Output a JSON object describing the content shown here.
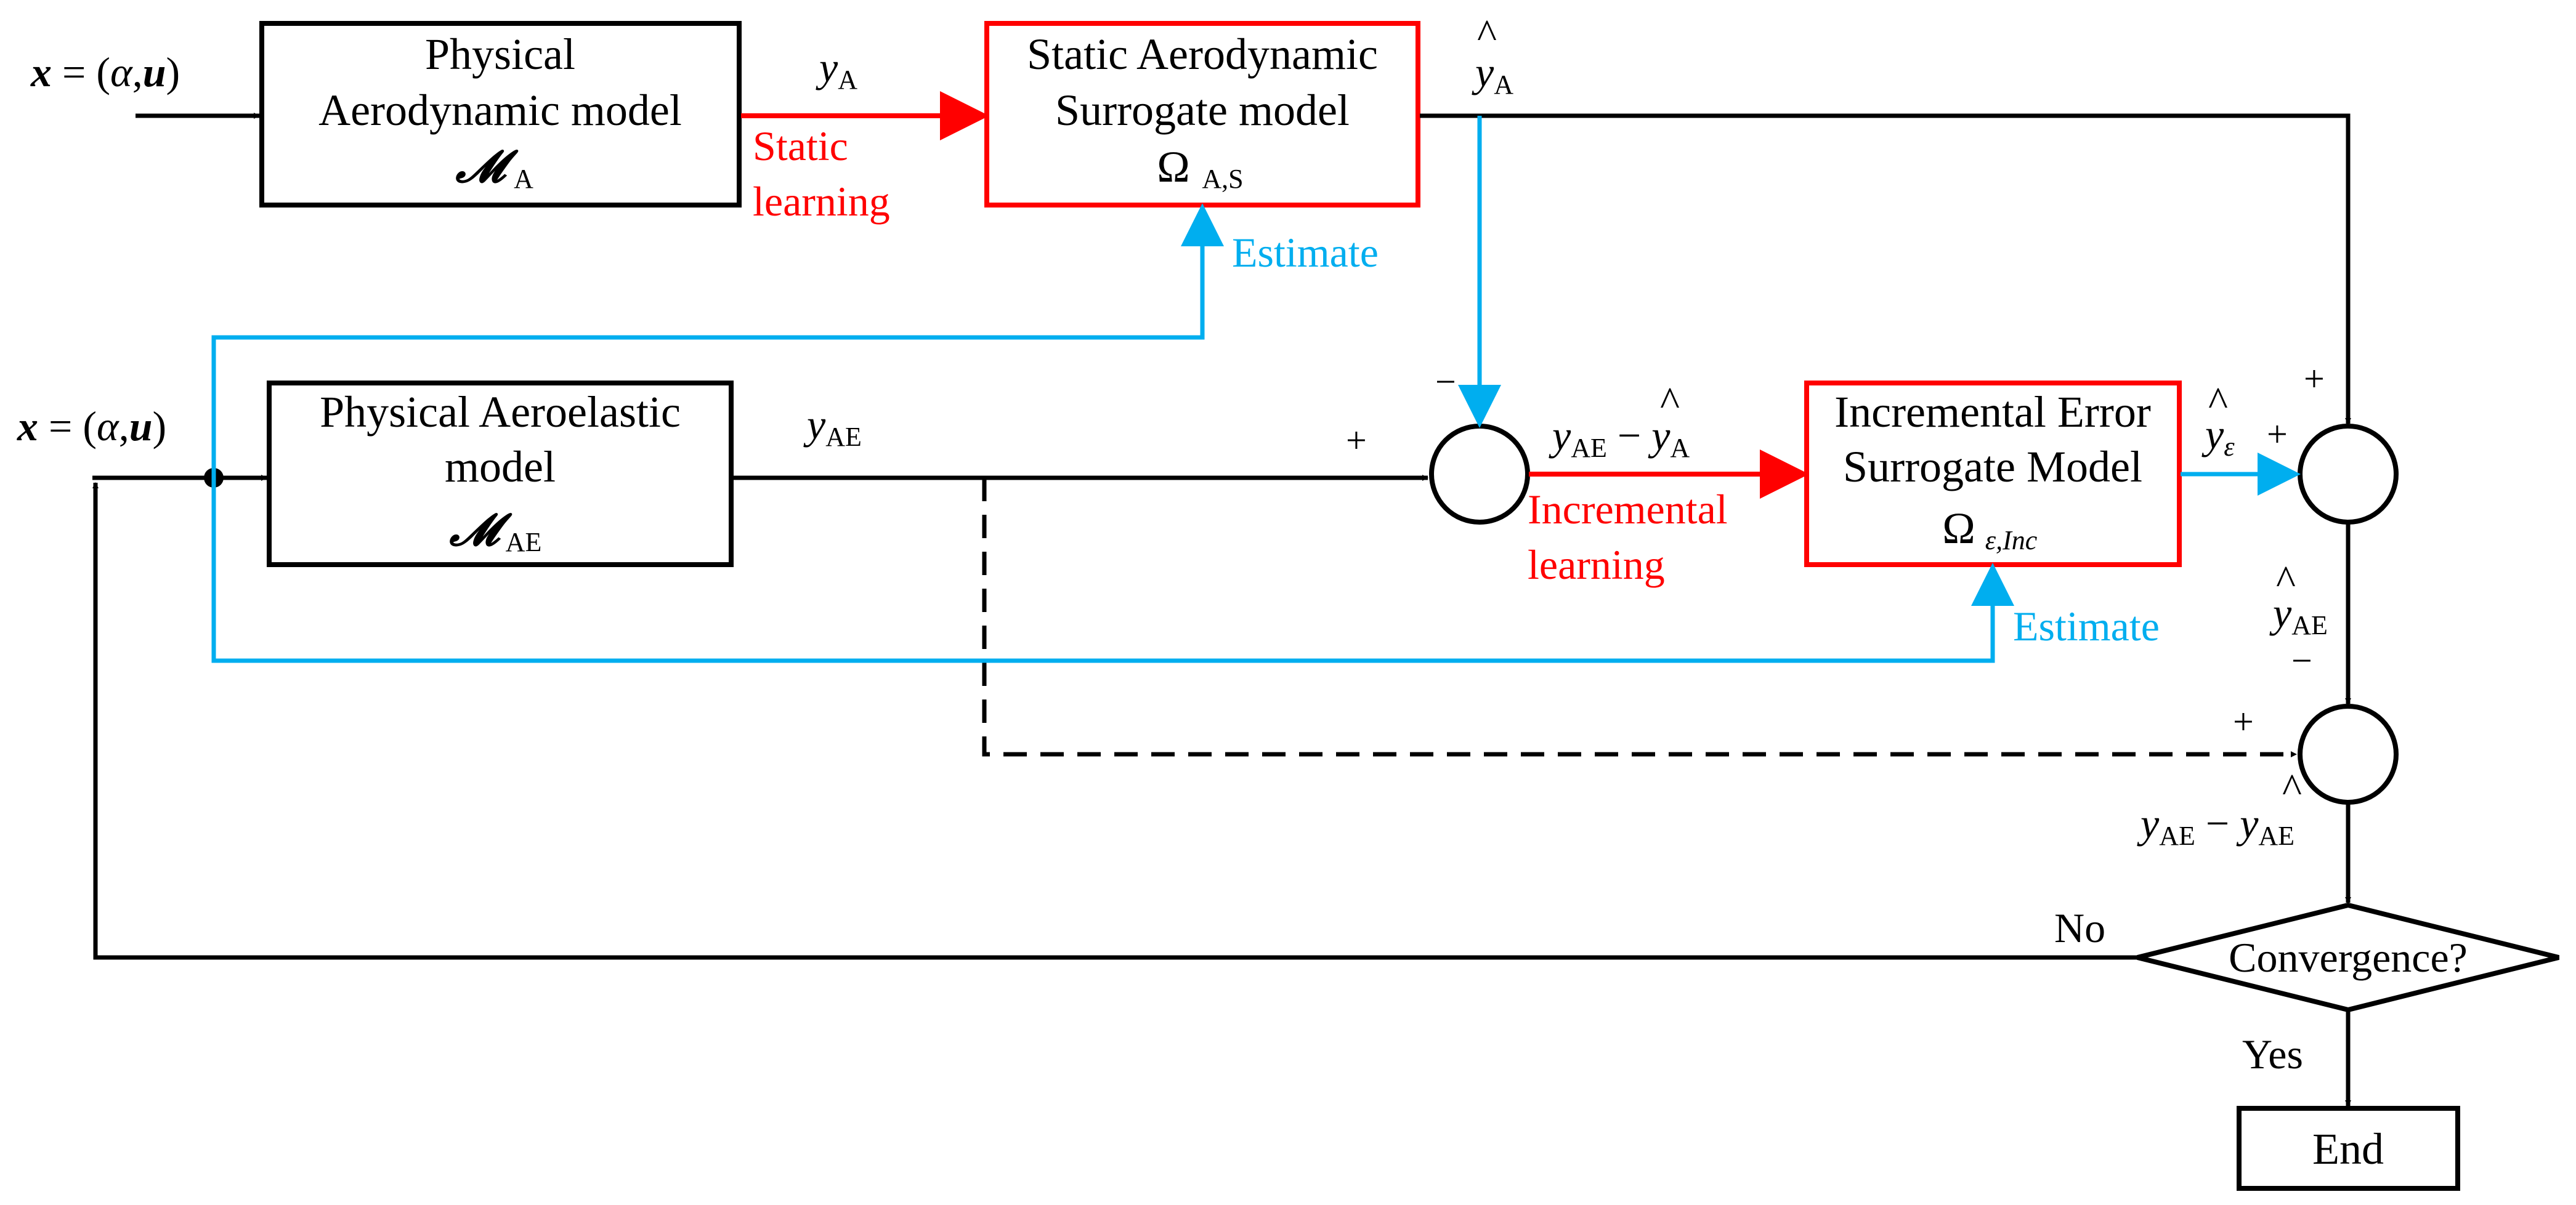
{
  "colors": {
    "black": "#000000",
    "red": "#ff0000",
    "blue": "#00aeef",
    "background": "#ffffff"
  },
  "inputs": {
    "top": {
      "x": "x",
      "eq": " = (",
      "alpha": "α",
      "comma": ",",
      "u": "u",
      "close": ")"
    },
    "mid": {
      "x": "x",
      "eq": " = (",
      "alpha": "α",
      "comma": ",",
      "u": "u",
      "close": ")"
    }
  },
  "blocks": {
    "phys_aero": {
      "line1": "Physical",
      "line2": "Aerodynamic model",
      "sym": "𝓜",
      "sym_sub": "A"
    },
    "static_sur": {
      "line1": "Static Aerodynamic",
      "line2": "Surrogate model",
      "sym": "Ω",
      "sym_sub": "A,S"
    },
    "phys_ae": {
      "line1": "Physical Aeroelastic",
      "line2": "model",
      "sym": "𝓜",
      "sym_sub": "AE"
    },
    "inc_err": {
      "line1": "Incremental Error",
      "line2": "Surrogate Model",
      "sym": "Ω",
      "sym_sub": "ε,Inc"
    },
    "end": {
      "label": "End"
    }
  },
  "decision": {
    "label": "Convergence?",
    "no": "No",
    "yes": "Yes"
  },
  "labels": {
    "y": "y",
    "sub_A": "A",
    "sub_AE": "AE",
    "sub_eps": "ε",
    "hat": "^",
    "minus": " − ",
    "static_learning_1": "Static",
    "static_learning_2": "learning",
    "incremental_learning_1": "Incremental",
    "incremental_learning_2": "learning",
    "estimate": "Estimate"
  },
  "signs": {
    "plus": "+",
    "minus": "−"
  }
}
